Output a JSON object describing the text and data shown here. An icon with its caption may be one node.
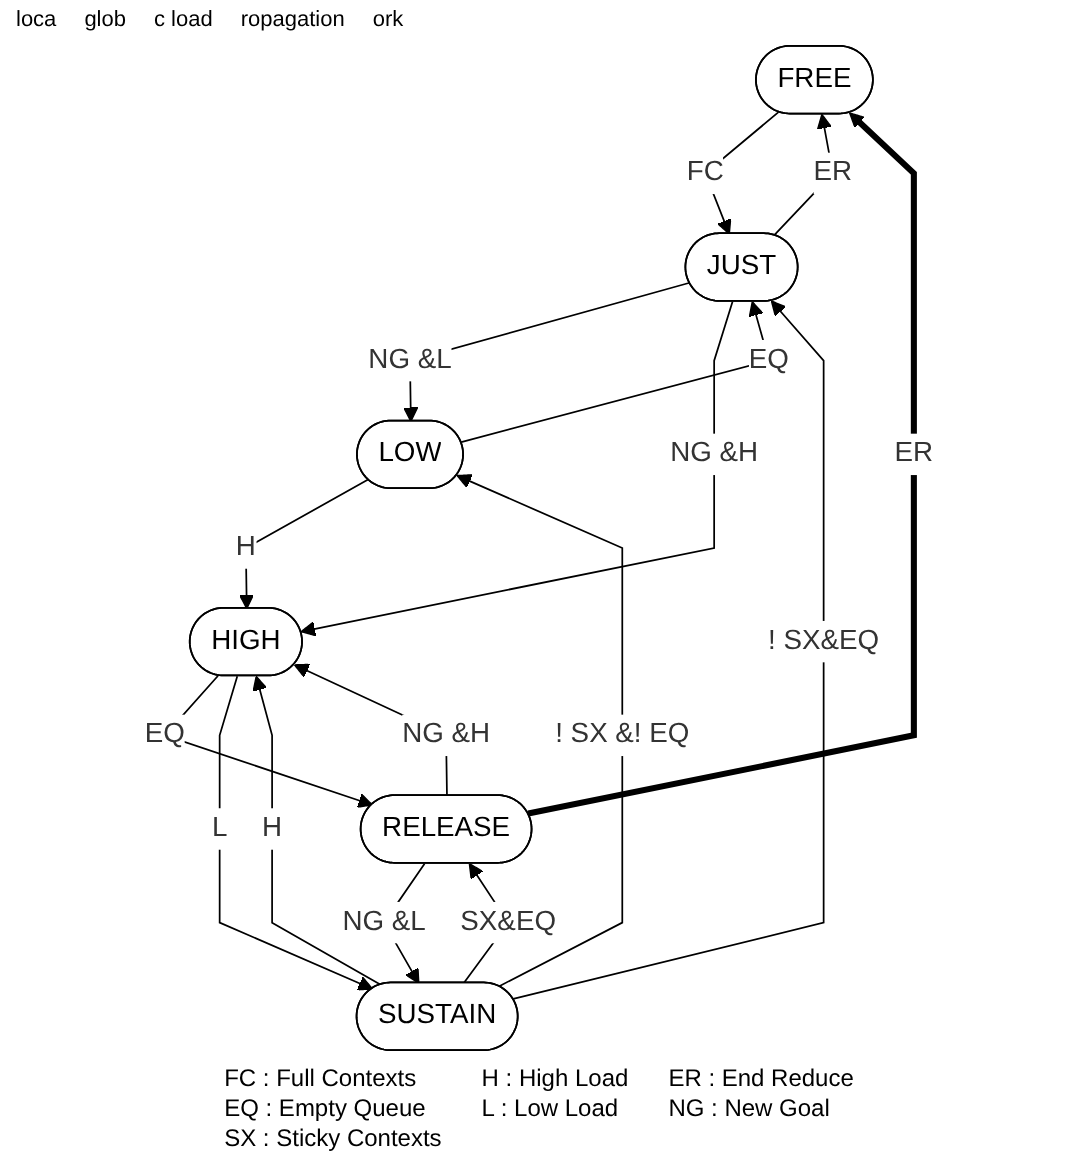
{
  "diagram": {
    "nodes": [
      {
        "text": [
          "FREE"
        ]
      },
      {
        "text": [
          "JUST"
        ]
      },
      {
        "text": [
          "RELEASE"
        ]
      },
      {
        "text": [
          "LOW"
        ]
      },
      {
        "text": [
          "SUSTAIN"
        ]
      },
      {
        "text": [
          "HIGH"
        ]
      }
    ],
    "edges": [
      {
        "from": 0,
        "to": 1,
        "arrow": "to",
        "label": "FC"
      },
      {
        "from": 1,
        "to": 0,
        "arrow": "to",
        "label": "ER"
      },
      {
        "from": 2,
        "to": 0,
        "arrow": "to",
        "label": "ER",
        "style": "thick"
      },
      {
        "from": 1,
        "to": 3,
        "arrow": "to",
        "label": "NG &L"
      },
      {
        "from": 3,
        "to": 1,
        "arrow": "to",
        "label": "EQ"
      },
      {
        "from": 4,
        "to": 1,
        "arrow": "to",
        "label": "! SX&EQ"
      },
      {
        "from": 2,
        "to": 4,
        "arrow": "to",
        "label": "NG &L"
      },
      {
        "from": 4,
        "to": 2,
        "arrow": "to",
        "label": "SX&EQ"
      },
      {
        "from": 4,
        "to": 3,
        "arrow": "to",
        "label": "! SX &! EQ"
      },
      {
        "from": 3,
        "to": 5,
        "arrow": "to",
        "label": "H"
      },
      {
        "from": 1,
        "to": 5,
        "arrow": "to",
        "label": "NG &H"
      },
      {
        "from": 2,
        "to": 5,
        "arrow": "to",
        "label": "NG &H"
      },
      {
        "from": 5,
        "to": 2,
        "arrow": "to",
        "label": "EQ"
      },
      {
        "from": 4,
        "to": 5,
        "arrow": "to",
        "label": "H"
      },
      {
        "from": 5,
        "to": 4,
        "arrow": "to",
        "label": "L"
      }
    ],
    "labels": [
      "loca",
      "glob",
      "c load",
      "ropagation",
      "ork",
      "FC : Full Contexts",
      "H : High Load",
      "ER : End Reduce",
      "EQ : Empty Queue",
      "L : Low Load",
      "NG : New Goal",
      "SX : Sticky Contexts"
    ]
  }
}
